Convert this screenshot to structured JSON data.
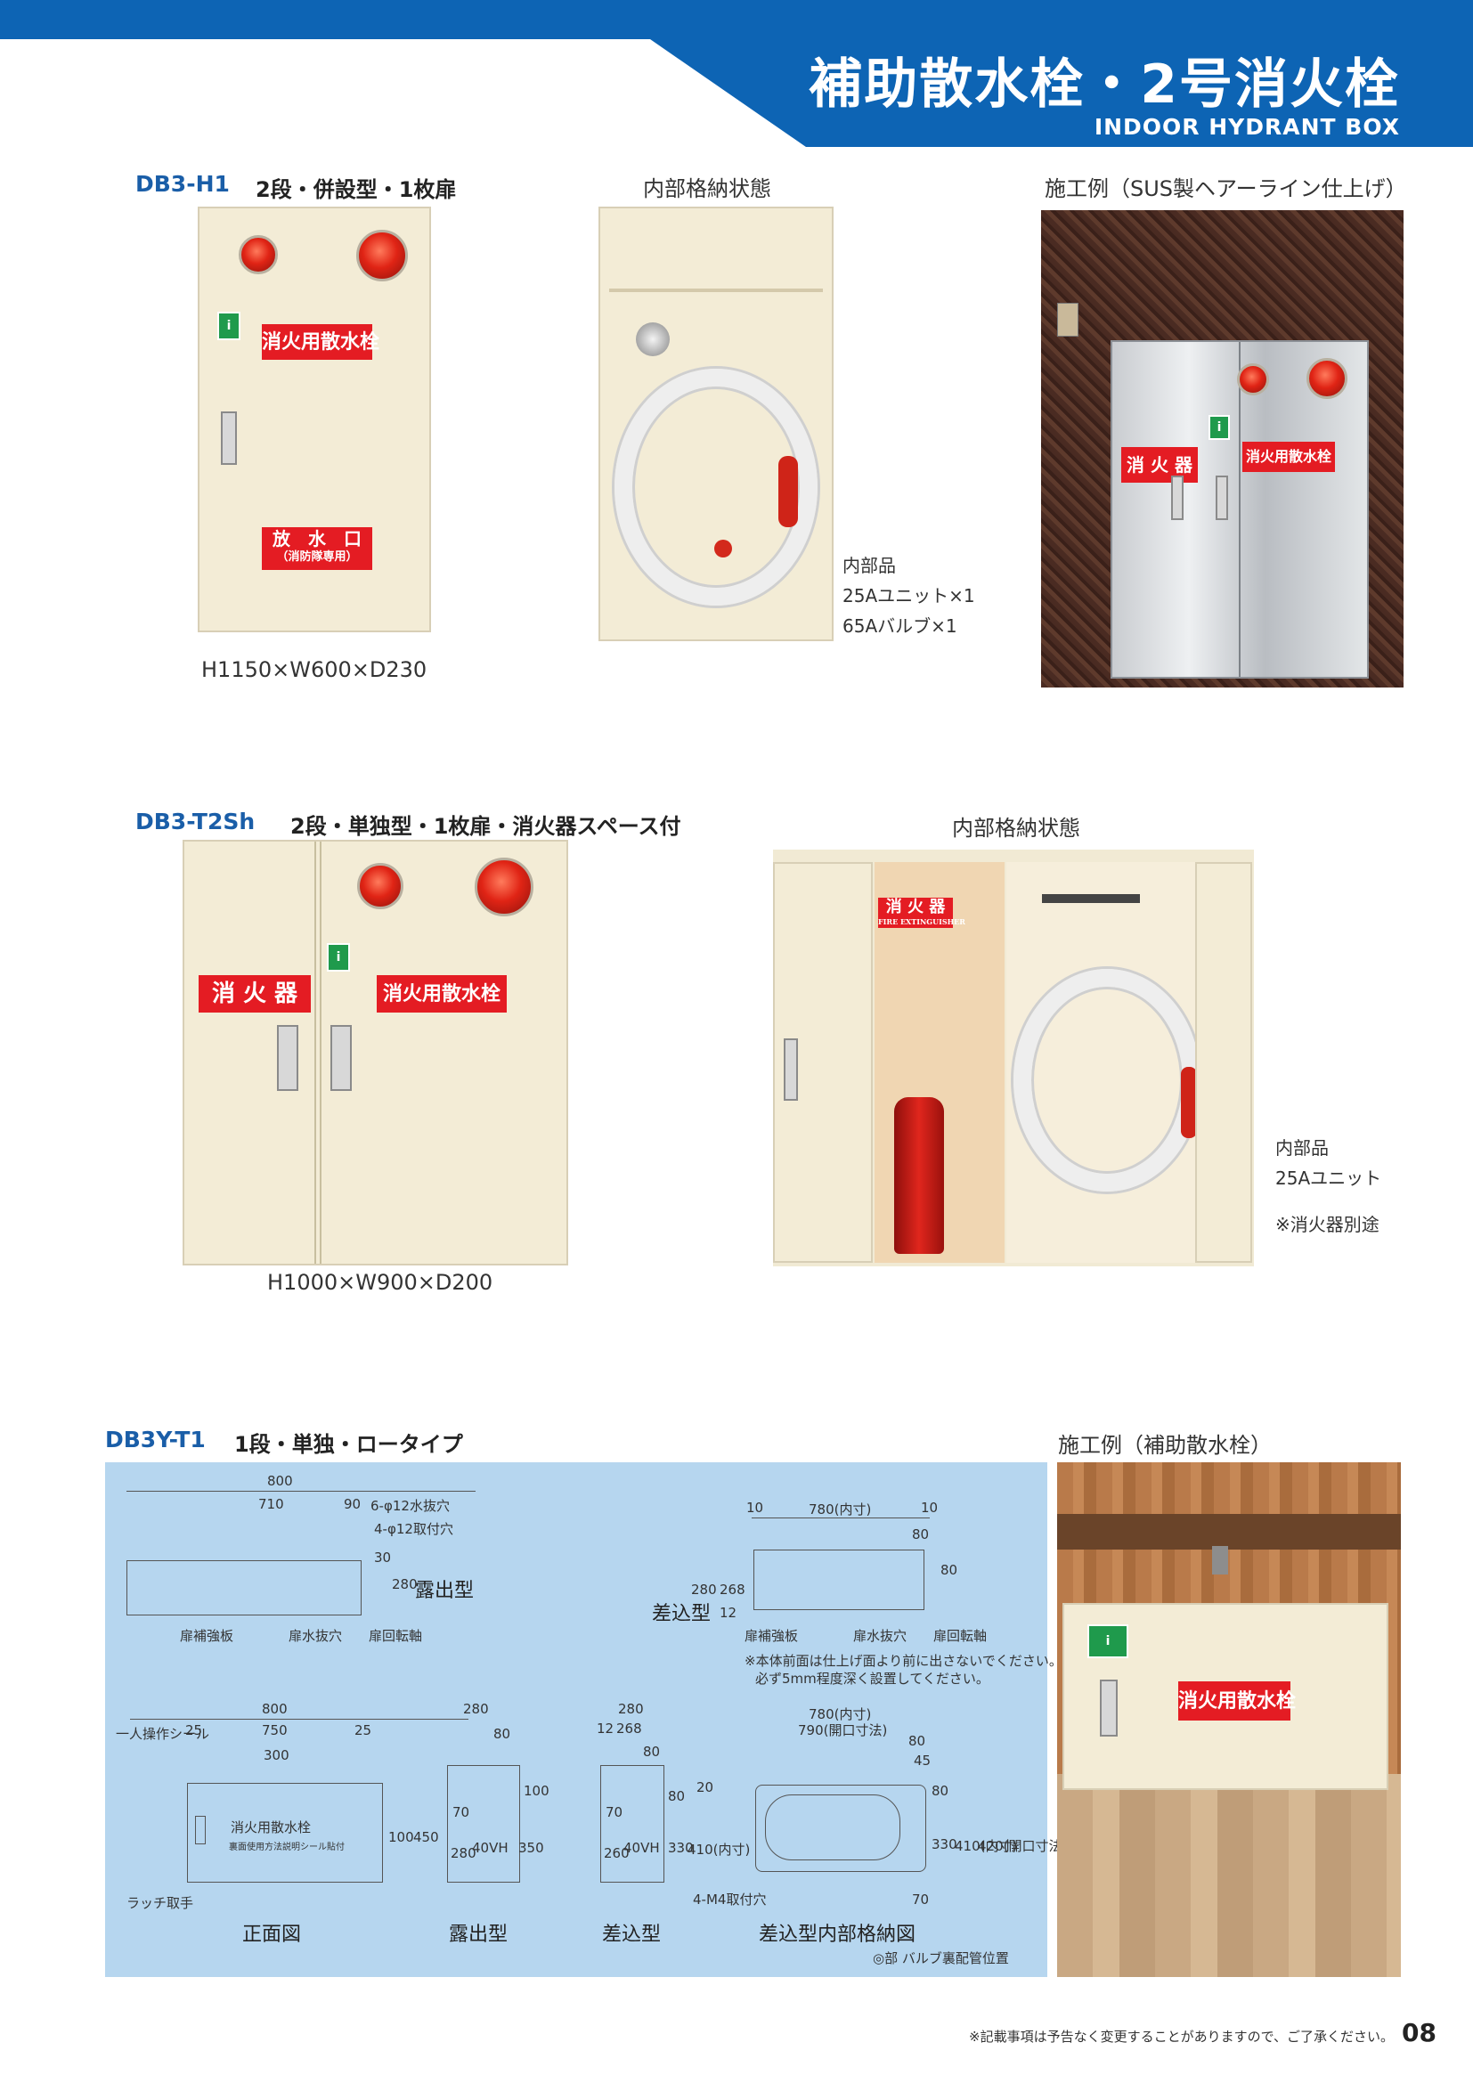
{
  "header": {
    "title": "補助散水栓・2号消火栓",
    "subtitle": "INDOOR HYDRANT BOX"
  },
  "product1": {
    "model": "DB3-H1",
    "desc": "2段・併設型・1枚扉",
    "dims": "H1150×W600×D230",
    "label_main": "消火用散水栓",
    "label_outlet": "放　水　口",
    "label_outlet_sub": "（消防隊専用）",
    "interior_caption": "内部格納状態",
    "interior_notes": [
      "内部品",
      "25Aユニット×1",
      "65Aバルブ×1"
    ],
    "install_caption": "施工例（SUS製ヘアーライン仕上げ）",
    "install_label_left": "消 火 器",
    "install_label_right": "消火用散水栓"
  },
  "product2": {
    "model": "DB3-T2Sh",
    "desc": "2段・単独型・1枚扉・消火器スペース付",
    "dims": "H1000×W900×D200",
    "label_left": "消 火 器",
    "label_right": "消火用散水栓",
    "interior_caption": "内部格納状態",
    "interior_label": "消 火 器",
    "interior_label_sub": "FIRE EXTINGUISHER",
    "interior_notes": [
      "内部品",
      "25Aユニット",
      "※消火器別途"
    ]
  },
  "product3": {
    "model": "DB3Y-T1",
    "desc": "1段・単独・ロータイプ",
    "install_caption": "施工例（補助散水栓）",
    "install_label": "消火用散水栓",
    "drawing": {
      "top_left": {
        "d800": "800",
        "d710": "710",
        "d90": "90",
        "hole1": "6-φ12水抜穴",
        "hole2": "4-φ12取付穴",
        "d30": "30",
        "d280": "280",
        "type": "露出型",
        "parts": [
          "扉補強板",
          "扉水抜穴",
          "扉回転軸"
        ]
      },
      "top_right": {
        "d10a": "10",
        "d780": "780(内寸)",
        "d10b": "10",
        "d80a": "80",
        "d80b": "80",
        "d280": "280",
        "d268": "268",
        "d12": "12",
        "type": "差込型",
        "parts": [
          "扉補強板",
          "扉水抜穴",
          "扉回転軸"
        ],
        "notes": [
          "※本体前面は仕上げ面より前に出さないでください。",
          "必ず5mm程度深く設置してください。"
        ]
      },
      "front": {
        "d800": "800",
        "d750": "750",
        "d25a": "25",
        "d25b": "25",
        "d300": "300",
        "d100": "100",
        "d450": "450",
        "seal": "一人操作シール",
        "latch": "ラッチ取手",
        "inner_label": "消火用散水栓",
        "inner_sub": "裏面使用方法説明シール貼付",
        "title": "正面図"
      },
      "exposed": {
        "d280": "280",
        "d80": "80",
        "d100": "100",
        "d70": "70",
        "d280v": "280",
        "d350": "350",
        "valve": "40VH",
        "title": "露出型"
      },
      "insert": {
        "d280": "280",
        "d12": "12",
        "d268": "268",
        "d80": "80",
        "d20": "20",
        "d80v": "80",
        "d70": "70",
        "d260": "260",
        "d330": "330",
        "d410": "410(内寸)",
        "valve": "40VH",
        "title": "差込型"
      },
      "insert_inner": {
        "d780": "780(内寸)",
        "d790": "790(開口寸法)",
        "d80": "80",
        "d45": "45",
        "d80v": "80",
        "d330": "330",
        "d410": "410(内寸)",
        "d420": "420(開口寸法)",
        "d70": "70",
        "bolt": "4-M4取付穴",
        "title": "差込型内部格納図"
      },
      "legend": "◎部 バルブ裏配管位置"
    }
  },
  "footer": {
    "note": "※記載事項は予告なく変更することがありますので、ご了承ください。",
    "page": "08"
  },
  "colors": {
    "brand": "#0d64b4",
    "model": "#1a5ea8",
    "red_label": "#e41c23",
    "panel": "#b6d6ef"
  }
}
